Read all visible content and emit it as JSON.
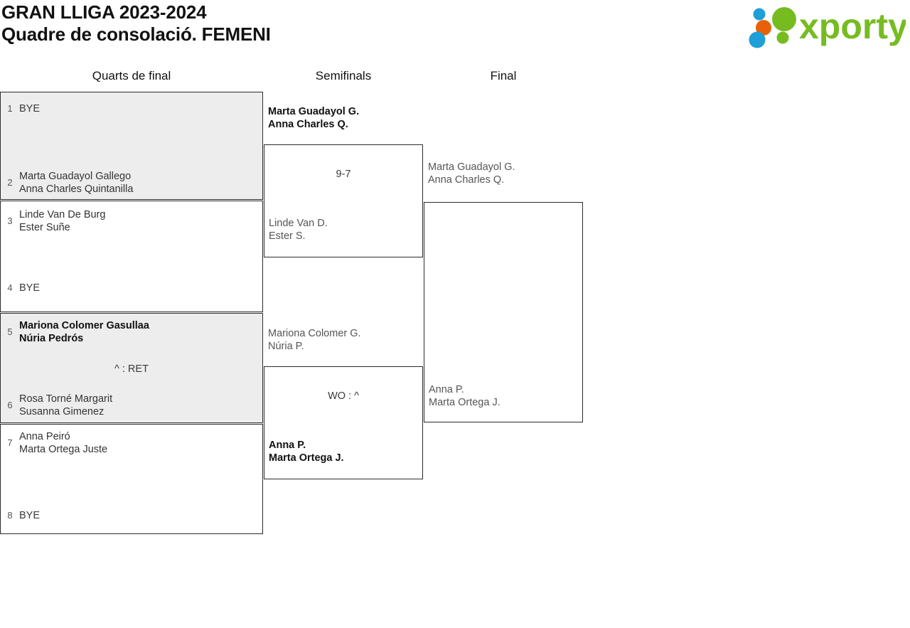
{
  "header": {
    "title_line1": "GRAN LLIGA 2023-2024",
    "title_line2": "Quadre de consolació. FEMENI",
    "logo_text": "xporty",
    "logo_colors": {
      "green": "#76bc21",
      "orange": "#e8610a",
      "blue": "#1f9fd8"
    }
  },
  "columns": [
    {
      "label": "Quarts de final"
    },
    {
      "label": "Semifinals"
    },
    {
      "label": "Final"
    }
  ],
  "rounds": {
    "quarterfinals": [
      {
        "shaded": true,
        "top": {
          "seed": "1",
          "line1": "BYE",
          "line2": "",
          "winner": false,
          "bye": true
        },
        "bottom": {
          "seed": "2",
          "line1": "Marta Guadayol Gallego",
          "line2": "Anna Charles Quintanilla",
          "winner": false,
          "bye": false
        },
        "score": ""
      },
      {
        "shaded": false,
        "top": {
          "seed": "3",
          "line1": "Linde Van De Burg",
          "line2": "Ester Suñe",
          "winner": false,
          "bye": false
        },
        "bottom": {
          "seed": "4",
          "line1": "BYE",
          "line2": "",
          "winner": false,
          "bye": true
        },
        "score": ""
      },
      {
        "shaded": true,
        "top": {
          "seed": "5",
          "line1": "Mariona Colomer Gasullaa",
          "line2": "Núria Pedrós",
          "winner": true,
          "bye": false
        },
        "bottom": {
          "seed": "6",
          "line1": "Rosa Torné Margarit",
          "line2": "Susanna Gimenez",
          "winner": false,
          "bye": false
        },
        "score": "^ : RET"
      },
      {
        "shaded": false,
        "top": {
          "seed": "7",
          "line1": "Anna Peiró",
          "line2": "Marta Ortega Juste",
          "winner": false,
          "bye": false
        },
        "bottom": {
          "seed": "8",
          "line1": "BYE",
          "line2": "",
          "winner": false,
          "bye": true
        },
        "score": ""
      }
    ],
    "semifinals": [
      {
        "top": {
          "line1": "Marta Guadayol G.",
          "line2": "Anna Charles Q.",
          "winner": true
        },
        "bottom": {
          "line1": "Linde Van D.",
          "line2": "Ester S.",
          "winner": false
        },
        "score": "9-7"
      },
      {
        "top": {
          "line1": "Mariona Colomer G.",
          "line2": "Núria P.",
          "winner": false
        },
        "bottom": {
          "line1": "Anna P.",
          "line2": "Marta Ortega J.",
          "winner": true
        },
        "score": "WO : ^"
      }
    ],
    "final": [
      {
        "top": {
          "line1": "Marta Guadayol G.",
          "line2": "Anna Charles Q.",
          "winner": false
        },
        "bottom": {
          "line1": "Anna P.",
          "line2": "Marta Ortega J.",
          "winner": false
        },
        "score": ""
      }
    ]
  }
}
